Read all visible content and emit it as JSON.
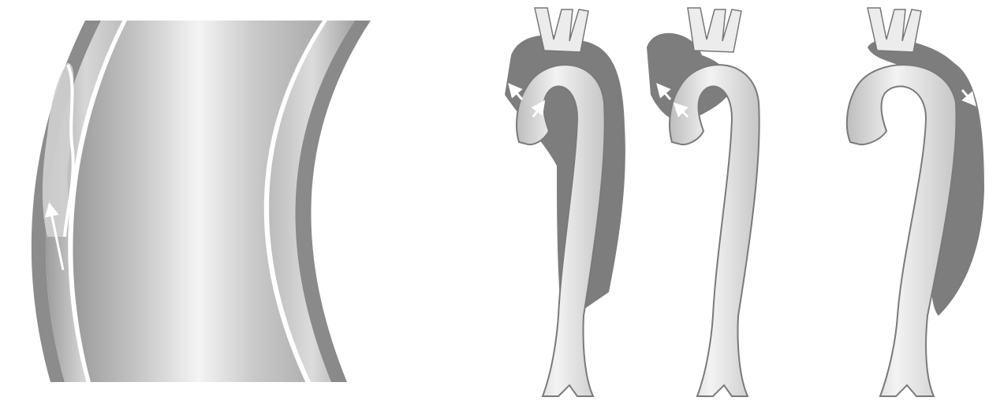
{
  "figure": {
    "panels": [
      {
        "kind": "vessel-wall-cross-section",
        "arrows": 1
      },
      {
        "kind": "aortic-arch-with-dissection",
        "arrows": 2
      },
      {
        "kind": "aortic-arch-with-dissection",
        "arrows": 2
      },
      {
        "kind": "aortic-arch-with-dissection",
        "arrows": 1
      }
    ],
    "colors": {
      "background": "#ffffff",
      "aorta_fill": "#ececec",
      "false_lumen": "#7d7d7d",
      "wall_outer": "#8a8a8a",
      "arrow": "#ffffff"
    }
  }
}
